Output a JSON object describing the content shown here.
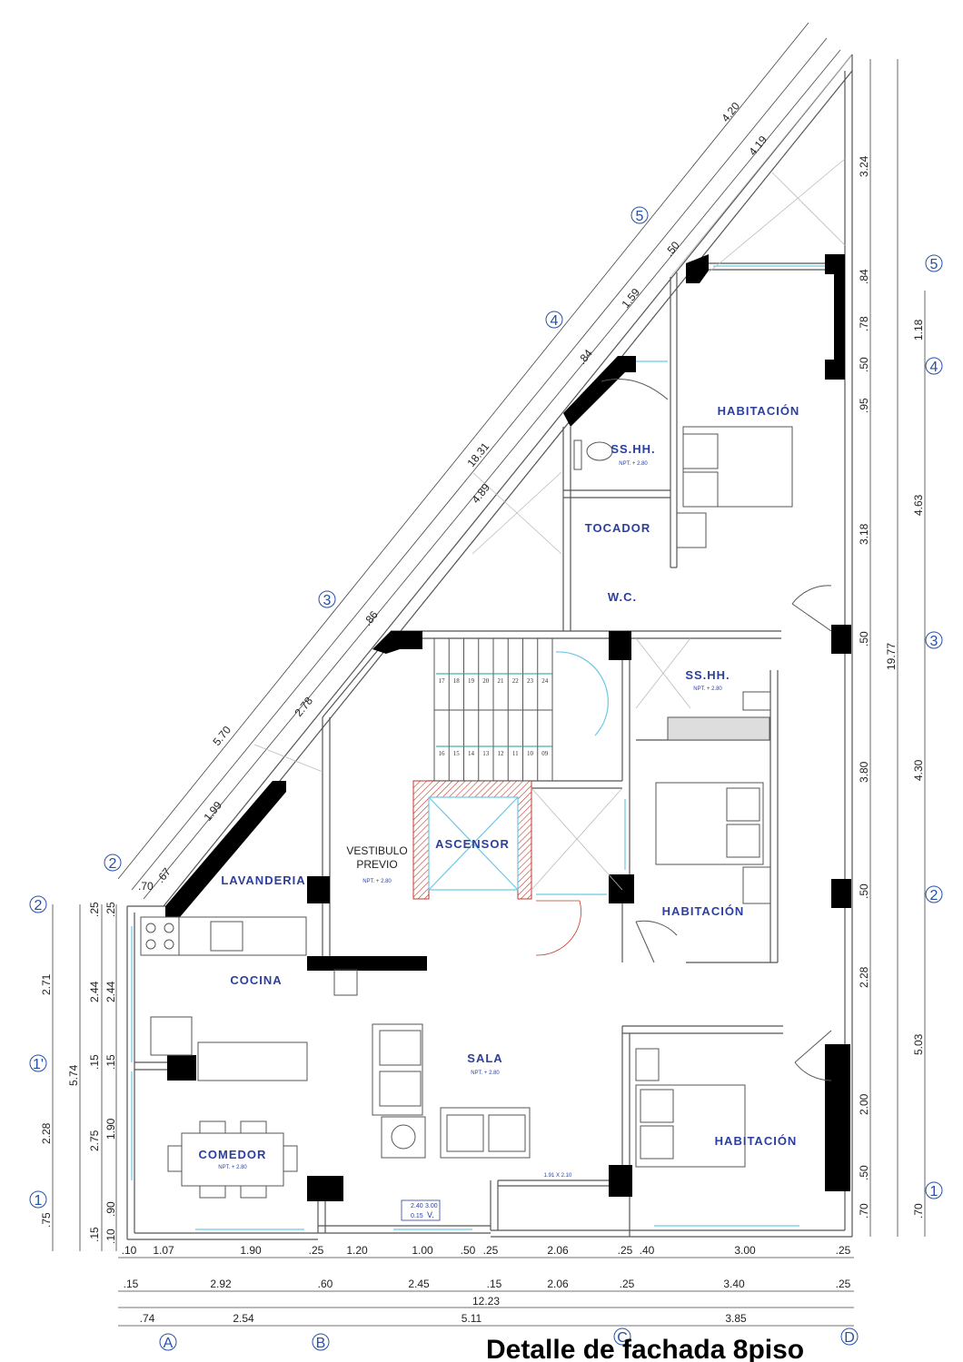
{
  "drawing": {
    "title": "Detalle de fachada 8piso"
  },
  "rooms": {
    "habitacion_top": "HABITACIÓN",
    "sshh_top": "SS.HH.",
    "sshh_top_npt": "NPT. + 2.80",
    "tocador": "TOCADOR",
    "wc": "W.C.",
    "sshh_mid": "SS.HH.",
    "sshh_mid_npt": "NPT. + 2.80",
    "ascensor": "ASCENSOR",
    "vestibulo_line1": "VESTIBULO",
    "vestibulo_line2": "PREVIO",
    "vestibulo_npt": "NPT. + 2.80",
    "lavanderia": "LAVANDERIA",
    "habitacion_mid": "HABITACIÓN",
    "cocina": "COCINA",
    "sala": "SALA",
    "sala_npt": "NPT. + 2.80",
    "comedor": "COMEDOR",
    "comedor_npt": "NPT. + 2.80",
    "habitacion_bottom": "HABITACIÓN",
    "window_tag_a": "2.40",
    "window_tag_b": "3.00",
    "window_tag_c": "0.15",
    "window_tag_d": "V.",
    "door_note": "1.91 X 2.10"
  },
  "stairs": {
    "upper_steps": [
      "17",
      "18",
      "19",
      "20",
      "21",
      "22",
      "23",
      "24"
    ],
    "lower_steps": [
      "16",
      "15",
      "14",
      "13",
      "12",
      "11",
      "10",
      "09"
    ]
  },
  "axes": {
    "diag_5": "5",
    "diag_4": "4",
    "diag_3": "3",
    "diag_2": "2",
    "left_2": "2",
    "left_1p": "1'",
    "left_1": "1",
    "right_5": "5",
    "right_4": "4",
    "right_3": "3",
    "right_2": "2",
    "right_1": "1",
    "bottom_A": "A",
    "bottom_B": "B",
    "bottom_C": "C",
    "bottom_D": "D"
  },
  "dims": {
    "diag_420": "4.20",
    "diag_419": "4.19",
    "diag_050": ".50",
    "diag_159": "1.59",
    "diag_084": ".84",
    "diag_1831": "18.31",
    "diag_489": "4.89",
    "diag_086": ".86",
    "diag_278": "2.78",
    "diag_570": "5.70",
    "diag_199": "1.99",
    "diag_067": ".67",
    "diag_070": ".70",
    "right_324": "3.24",
    "right_084": ".84",
    "right_078": ".78",
    "right_050a": ".50",
    "right_095": ".95",
    "right_318": "3.18",
    "right_050b": ".50",
    "right_380": "3.80",
    "right_050c": ".50",
    "right_228": "2.28",
    "right_200": "2.00",
    "right_050d": ".50",
    "right_070": ".70",
    "rr_118": "1.18",
    "rr_463": "4.63",
    "rr_430": "4.30",
    "rr_503": "5.03",
    "rr_070": ".70",
    "total_1977": "19.77",
    "left_025a": ".25",
    "left_025b": ".25",
    "left_271": "2.71",
    "left_244a": "2.44",
    "left_244b": "2.44",
    "left_574": "5.74",
    "left_015a": ".15",
    "left_015b": ".15",
    "left_228": "2.28",
    "left_275": "2.75",
    "left_190": "1.90",
    "left_075": ".75",
    "left_090": ".90",
    "left_015c": ".15",
    "left_010": ".10",
    "b1": [
      ".10",
      "1.07",
      "1.90",
      ".25",
      "1.20",
      "1.00",
      ".50",
      ".25",
      "2.06",
      ".25",
      ".40",
      "3.00",
      ".25"
    ],
    "b2": [
      ".15",
      "2.92",
      ".60",
      "2.45",
      ".15",
      "2.06",
      ".25",
      "3.40",
      ".25"
    ],
    "b3_total": "12.23",
    "b4": [
      ".74",
      "2.54",
      "5.11",
      "3.85"
    ]
  },
  "colors": {
    "room_label": "#2b3f9e",
    "axis_blue": "#2450a8",
    "glass_cyan": "#6ec6e6",
    "hatch_red": "#c0392b",
    "wall_black": "#000000"
  }
}
